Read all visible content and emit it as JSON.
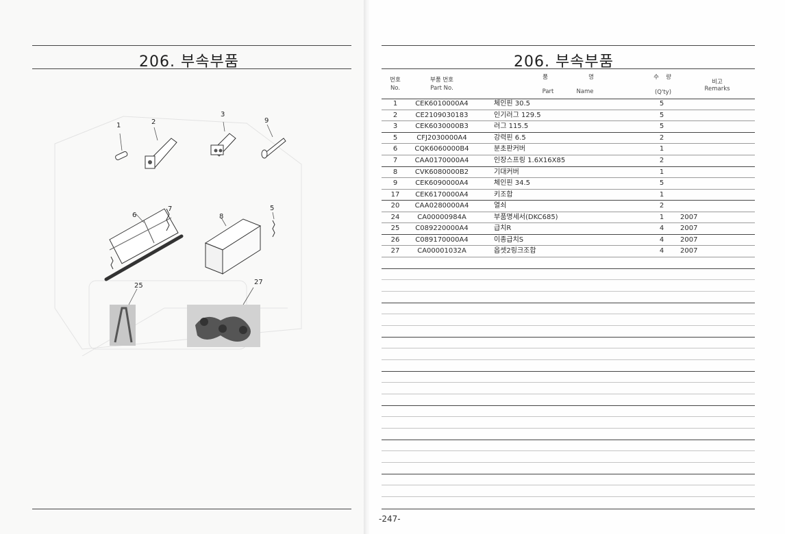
{
  "left_title": "206. 부속부품",
  "right_title": "206. 부속부품",
  "headers": {
    "no_ko": "번호",
    "no_en": "No.",
    "part_no_ko": "부품 번호",
    "part_no_en": "Part  No.",
    "pum": "품",
    "myeong": "명",
    "part_en": "Part",
    "name_en": "Name",
    "su": "수",
    "ryang": "량",
    "qty_en": "(Q'ty)",
    "remarks_ko": "비고",
    "remarks_en": "Remarks"
  },
  "rows": [
    {
      "no": "1",
      "part": "CEK6010000A4",
      "name": "체인핀 30.5",
      "qty": "5",
      "remarks": ""
    },
    {
      "no": "2",
      "part": "CE2109030183",
      "name": "인기러그 129.5",
      "qty": "5",
      "remarks": ""
    },
    {
      "no": "3",
      "part": "CEK6030000B3",
      "name": "러그 115.5",
      "qty": "5",
      "remarks": ""
    },
    {
      "no": "5",
      "part": "CFJ2030000A4",
      "name": "강력핀 6.5",
      "qty": "2",
      "remarks": ""
    },
    {
      "no": "6",
      "part": "CQK6060000B4",
      "name": "분초판커버",
      "qty": "1",
      "remarks": ""
    },
    {
      "no": "7",
      "part": "CAA0170000A4",
      "name": "인장스프링 1.6X16X85",
      "qty": "2",
      "remarks": ""
    },
    {
      "no": "8",
      "part": "CVK6080000B2",
      "name": "기대커버",
      "qty": "1",
      "remarks": ""
    },
    {
      "no": "9",
      "part": "CEK6090000A4",
      "name": "체인핀 34.5",
      "qty": "5",
      "remarks": ""
    },
    {
      "no": "17",
      "part": "CEK6170000A4",
      "name": "키조합",
      "qty": "1",
      "remarks": ""
    },
    {
      "no": "20",
      "part": "CAA0280000A4",
      "name": "열쇠",
      "qty": "2",
      "remarks": ""
    },
    {
      "no": "24",
      "part": "CA00000984A",
      "name": "부품명세서(DKC685)",
      "qty": "1",
      "remarks": "2007"
    },
    {
      "no": "25",
      "part": "C089220000A4",
      "name": "급치R",
      "qty": "4",
      "remarks": "2007"
    },
    {
      "no": "26",
      "part": "C089170000A4",
      "name": "이종급치S",
      "qty": "4",
      "remarks": "2007"
    },
    {
      "no": "27",
      "part": "CA00001032A",
      "name": "옵셋2링크조합",
      "qty": "4",
      "remarks": "2007"
    }
  ],
  "diagram_labels": [
    {
      "id": "1",
      "text": "1"
    },
    {
      "id": "2",
      "text": "2"
    },
    {
      "id": "3",
      "text": "3"
    },
    {
      "id": "9",
      "text": "9"
    },
    {
      "id": "6",
      "text": "6"
    },
    {
      "id": "7",
      "text": "7"
    },
    {
      "id": "8",
      "text": "8"
    },
    {
      "id": "5",
      "text": "5"
    },
    {
      "id": "25",
      "text": "25"
    },
    {
      "id": "27",
      "text": "27"
    }
  ],
  "page_number": "-247-"
}
